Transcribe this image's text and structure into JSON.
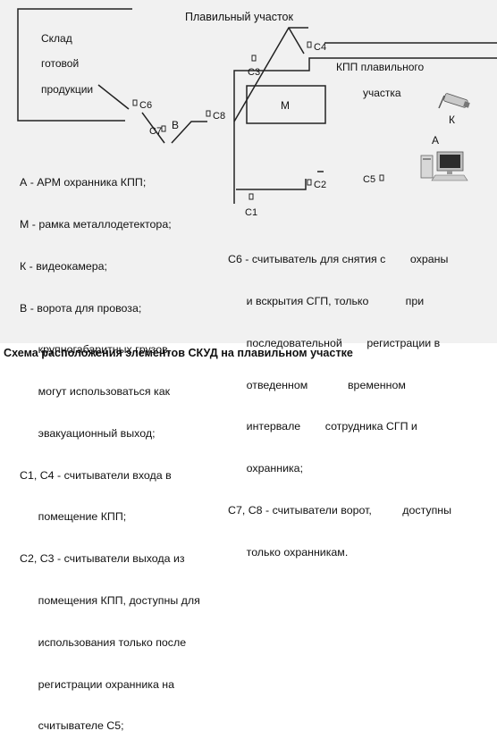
{
  "diagram": {
    "plant_label": "Плавильный участок",
    "warehouse_lines": [
      "Склад",
      "готовой",
      "продукции"
    ],
    "checkpoint_lines": [
      "КПП плавильного",
      "участка"
    ],
    "detector_label": "М",
    "camera_label": "К",
    "workstation_label": "А",
    "gate_label": "В",
    "readers": {
      "c1": "С1",
      "c2": "С2",
      "c3": "С3",
      "c4": "С4",
      "c5": "С5",
      "c6": "С6",
      "c7": "С7",
      "c8": "С8"
    }
  },
  "legend_left": [
    "А - АРМ охранника КПП;",
    "М - рамка металлодетектора;",
    "К - видеокамера;",
    "В - ворота для провоза;",
    "      крупногабаритных грузов,",
    "      могут использоваться как",
    "      эвакуационный выход;",
    "С1, С4 - считыватели входа в",
    "      помещение КПП;",
    "С2, С3 - считыватели выхода из",
    "      помещения КПП, доступны для",
    "      использования только после",
    "      регистрации охранника на",
    "      считывателе С5;"
  ],
  "legend_right": [
    "С6 - считыватель для снятия с        охраны",
    "      и вскрытия СГП, только            при",
    "      последовательной        регистрации в",
    "      отведенном             временном",
    "      интервале        сотрудника СГП и",
    "      охранника;",
    "С7, С8 - считыватели ворот,          доступны",
    "      только охранникам."
  ],
  "caption": "Схема расположения элементов СКУД на плавильном участке"
}
